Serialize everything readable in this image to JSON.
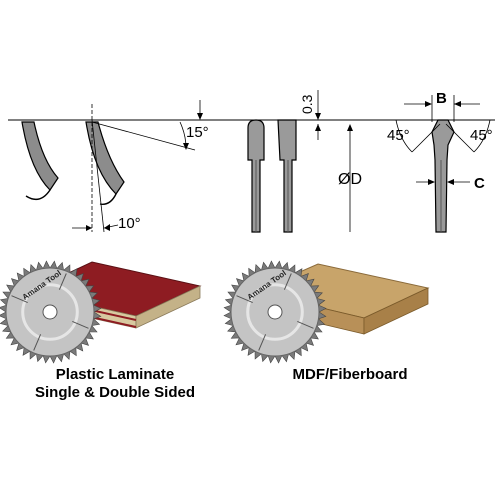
{
  "diagram": {
    "labels": {
      "hook_angle": "15°",
      "clearance_angle": "10°",
      "hook_offset": "0.3",
      "diameter": "ØD",
      "kerf_width": "B",
      "plate_thickness": "C",
      "bevel_left": "45°",
      "bevel_right": "45°"
    }
  },
  "products": [
    {
      "caption_line1": "Plastic Laminate",
      "caption_line2": "Single & Double Sided",
      "board_color": "#8e1c22",
      "blade_logo": "Amana Tool"
    },
    {
      "caption_line1": "MDF/Fiberboard",
      "caption_line2": "",
      "board_color": "#c8a46a",
      "blade_logo": "Amana Tool"
    }
  ],
  "colors": {
    "line": "#000000",
    "tooth_gray": "#9a9a9a",
    "blade_gray": "#b8b8b8",
    "laminate_red": "#8e1c22",
    "mdf_tan": "#c8a46a"
  }
}
